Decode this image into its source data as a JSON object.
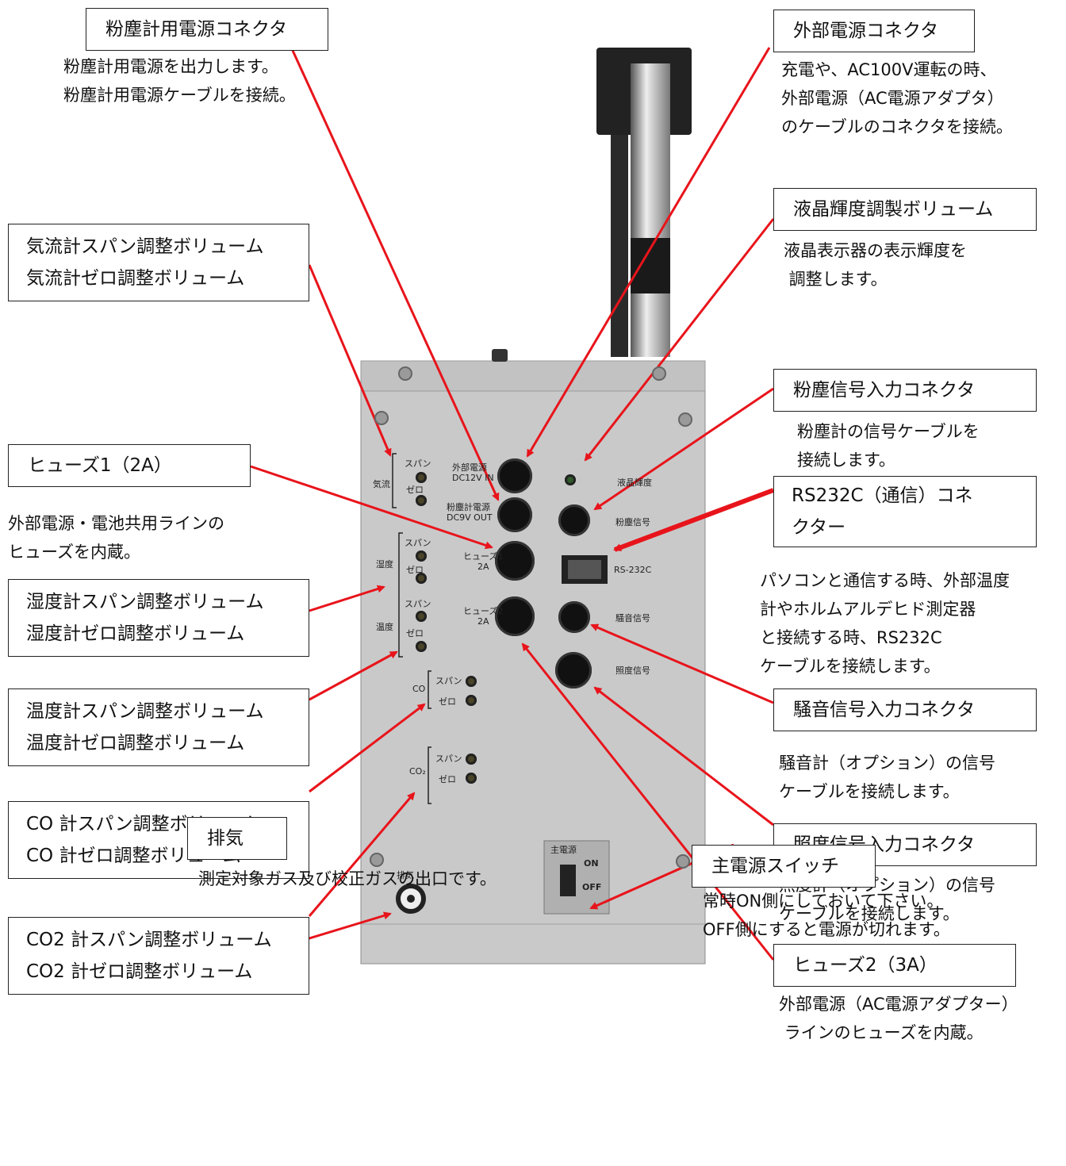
{
  "callouts": {
    "dust_power": {
      "label": "粉塵計用電源コネクタ",
      "desc": "粉塵計用電源を出力します。\n粉塵計用電源ケーブルを接続。"
    },
    "ext_power": {
      "label": "外部電源コネクタ",
      "desc": "充電や、AC100V運転の時、\n外部電源（AC電源アダプタ）\nのケーブルのコネクタを接続。"
    },
    "airflow": {
      "label": "気流計スパン調整ボリューム\n気流計ゼロ調整ボリューム"
    },
    "lcd": {
      "label": "液晶輝度調製ボリューム",
      "desc": "液晶表示器の表示輝度を\n 調整します。"
    },
    "dust_signal": {
      "label": "粉塵信号入力コネクタ",
      "desc": "粉塵計の信号ケーブルを\n接続します。"
    },
    "fuse1": {
      "label": "ヒューズ1（2A）",
      "desc": "外部電源・電池共用ラインの\nヒューズを内蔵。"
    },
    "rs232c": {
      "label": "RS232C（通信）コネ\nクター",
      "desc": "パソコンと通信する時、外部温度\n計やホルムアルデヒド測定器\nと接続する時、RS232C\nケーブルを接続します。"
    },
    "humidity": {
      "label": "湿度計スパン調整ボリューム\n湿度計ゼロ調整ボリューム"
    },
    "temperature": {
      "label": "温度計スパン調整ボリューム\n温度計ゼロ調整ボリューム"
    },
    "noise": {
      "label": "騒音信号入力コネクタ",
      "desc": "騒音計（オプション）の信号\nケーブルを接続します。"
    },
    "co": {
      "label": "CO 計スパン調整ボリューム\nCO 計ゼロ調整ボリューム"
    },
    "illuminance": {
      "label": "照度信号入力コネクタ",
      "desc": "照度計（オプション）の信号\nケーブルを接続します。"
    },
    "co2": {
      "label": "CO2 計スパン調整ボリューム\nCO2 計ゼロ調整ボリューム"
    },
    "fuse2": {
      "label": "ヒューズ2（3A）",
      "desc": "外部電源（AC電源アダプター）\n ラインのヒューズを内蔵。"
    },
    "exhaust": {
      "label": "排気",
      "desc": "測定対象ガス及び校正ガスの出口です。"
    },
    "main_switch": {
      "label": "主電源スイッチ",
      "desc": "常時ON側にしておいて下さい。\nOFF側にすると電源が切れます。"
    }
  },
  "panel": {
    "airflow_tag": "気流",
    "span": "スパン",
    "zero": "ゼロ",
    "humidity_tag": "湿度",
    "temp_tag": "温度",
    "ext_power_print": "外部電源\nDC12V IN",
    "dust_power_print": "粉塵計電源\nDC9V OUT",
    "fuse1_print": "ヒューズ1\n2A",
    "fuse2_print": "ヒューズ2\n2A",
    "lcd_print": "液晶輝度",
    "dust_sig_print": "粉塵信号",
    "rs232c_print": "RS-232C",
    "noise_print": "騒音信号",
    "illum_print": "照度信号",
    "co_tag": "CO",
    "co2_tag": "CO₂",
    "main_power_print": "主電源",
    "on": "ON",
    "off": "OFF",
    "exhaust_print": "排気"
  },
  "colors": {
    "arrow": "#e8141b",
    "panel": "#c9c9c9",
    "panel_edge": "#8c8c8c"
  }
}
